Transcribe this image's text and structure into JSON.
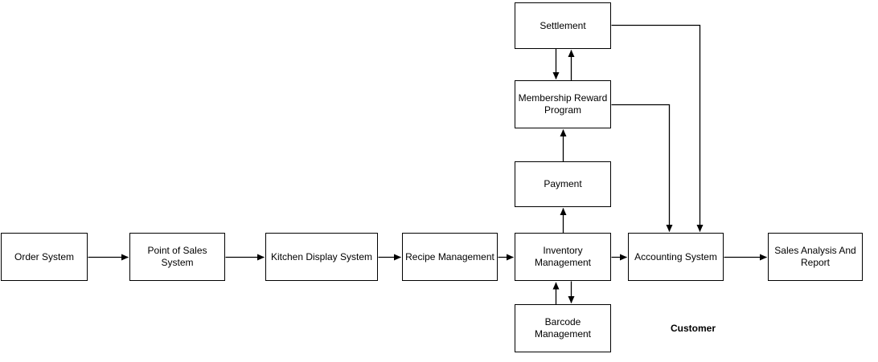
{
  "diagram": {
    "nodes": {
      "order_system": {
        "label": "Order System"
      },
      "point_of_sales": {
        "label": "Point of Sales System"
      },
      "kitchen_display": {
        "label": "Kitchen Display System"
      },
      "recipe_management": {
        "label": "Recipe Management"
      },
      "inventory_management": {
        "label": "Inventory\nManagement"
      },
      "accounting_system": {
        "label": "Accounting System"
      },
      "sales_analysis": {
        "label": "Sales Analysis And\nReport"
      },
      "settlement": {
        "label": "Settlement"
      },
      "membership_reward": {
        "label": "Membership Reward\nProgram"
      },
      "payment": {
        "label": "Payment"
      },
      "barcode_management": {
        "label": "Barcode\nManagement"
      }
    },
    "floating_labels": {
      "customer": "Customer"
    },
    "edges": [
      {
        "from": "order_system",
        "to": "point_of_sales",
        "style": "straight-right"
      },
      {
        "from": "point_of_sales",
        "to": "kitchen_display",
        "style": "straight-right"
      },
      {
        "from": "kitchen_display",
        "to": "recipe_management",
        "style": "straight-right"
      },
      {
        "from": "recipe_management",
        "to": "inventory_management",
        "style": "straight-right"
      },
      {
        "from": "inventory_management",
        "to": "accounting_system",
        "style": "straight-right"
      },
      {
        "from": "accounting_system",
        "to": "sales_analysis",
        "style": "straight-right"
      },
      {
        "from": "inventory_management",
        "to": "payment",
        "style": "straight-up"
      },
      {
        "from": "payment",
        "to": "membership_reward",
        "style": "straight-up"
      },
      {
        "from": "settlement",
        "to": "membership_reward",
        "style": "straight-down"
      },
      {
        "from": "membership_reward",
        "to": "settlement",
        "style": "straight-up"
      },
      {
        "from": "inventory_management",
        "to": "barcode_management",
        "style": "straight-down"
      },
      {
        "from": "barcode_management",
        "to": "inventory_management",
        "style": "straight-up"
      },
      {
        "from": "settlement",
        "to": "accounting_system",
        "style": "orthogonal-right-down"
      },
      {
        "from": "membership_reward",
        "to": "accounting_system",
        "style": "orthogonal-right-down"
      }
    ],
    "colors": {
      "stroke": "#000000",
      "node_fill": "#ffffff",
      "text": "#000000",
      "background": "#ffffff"
    }
  }
}
